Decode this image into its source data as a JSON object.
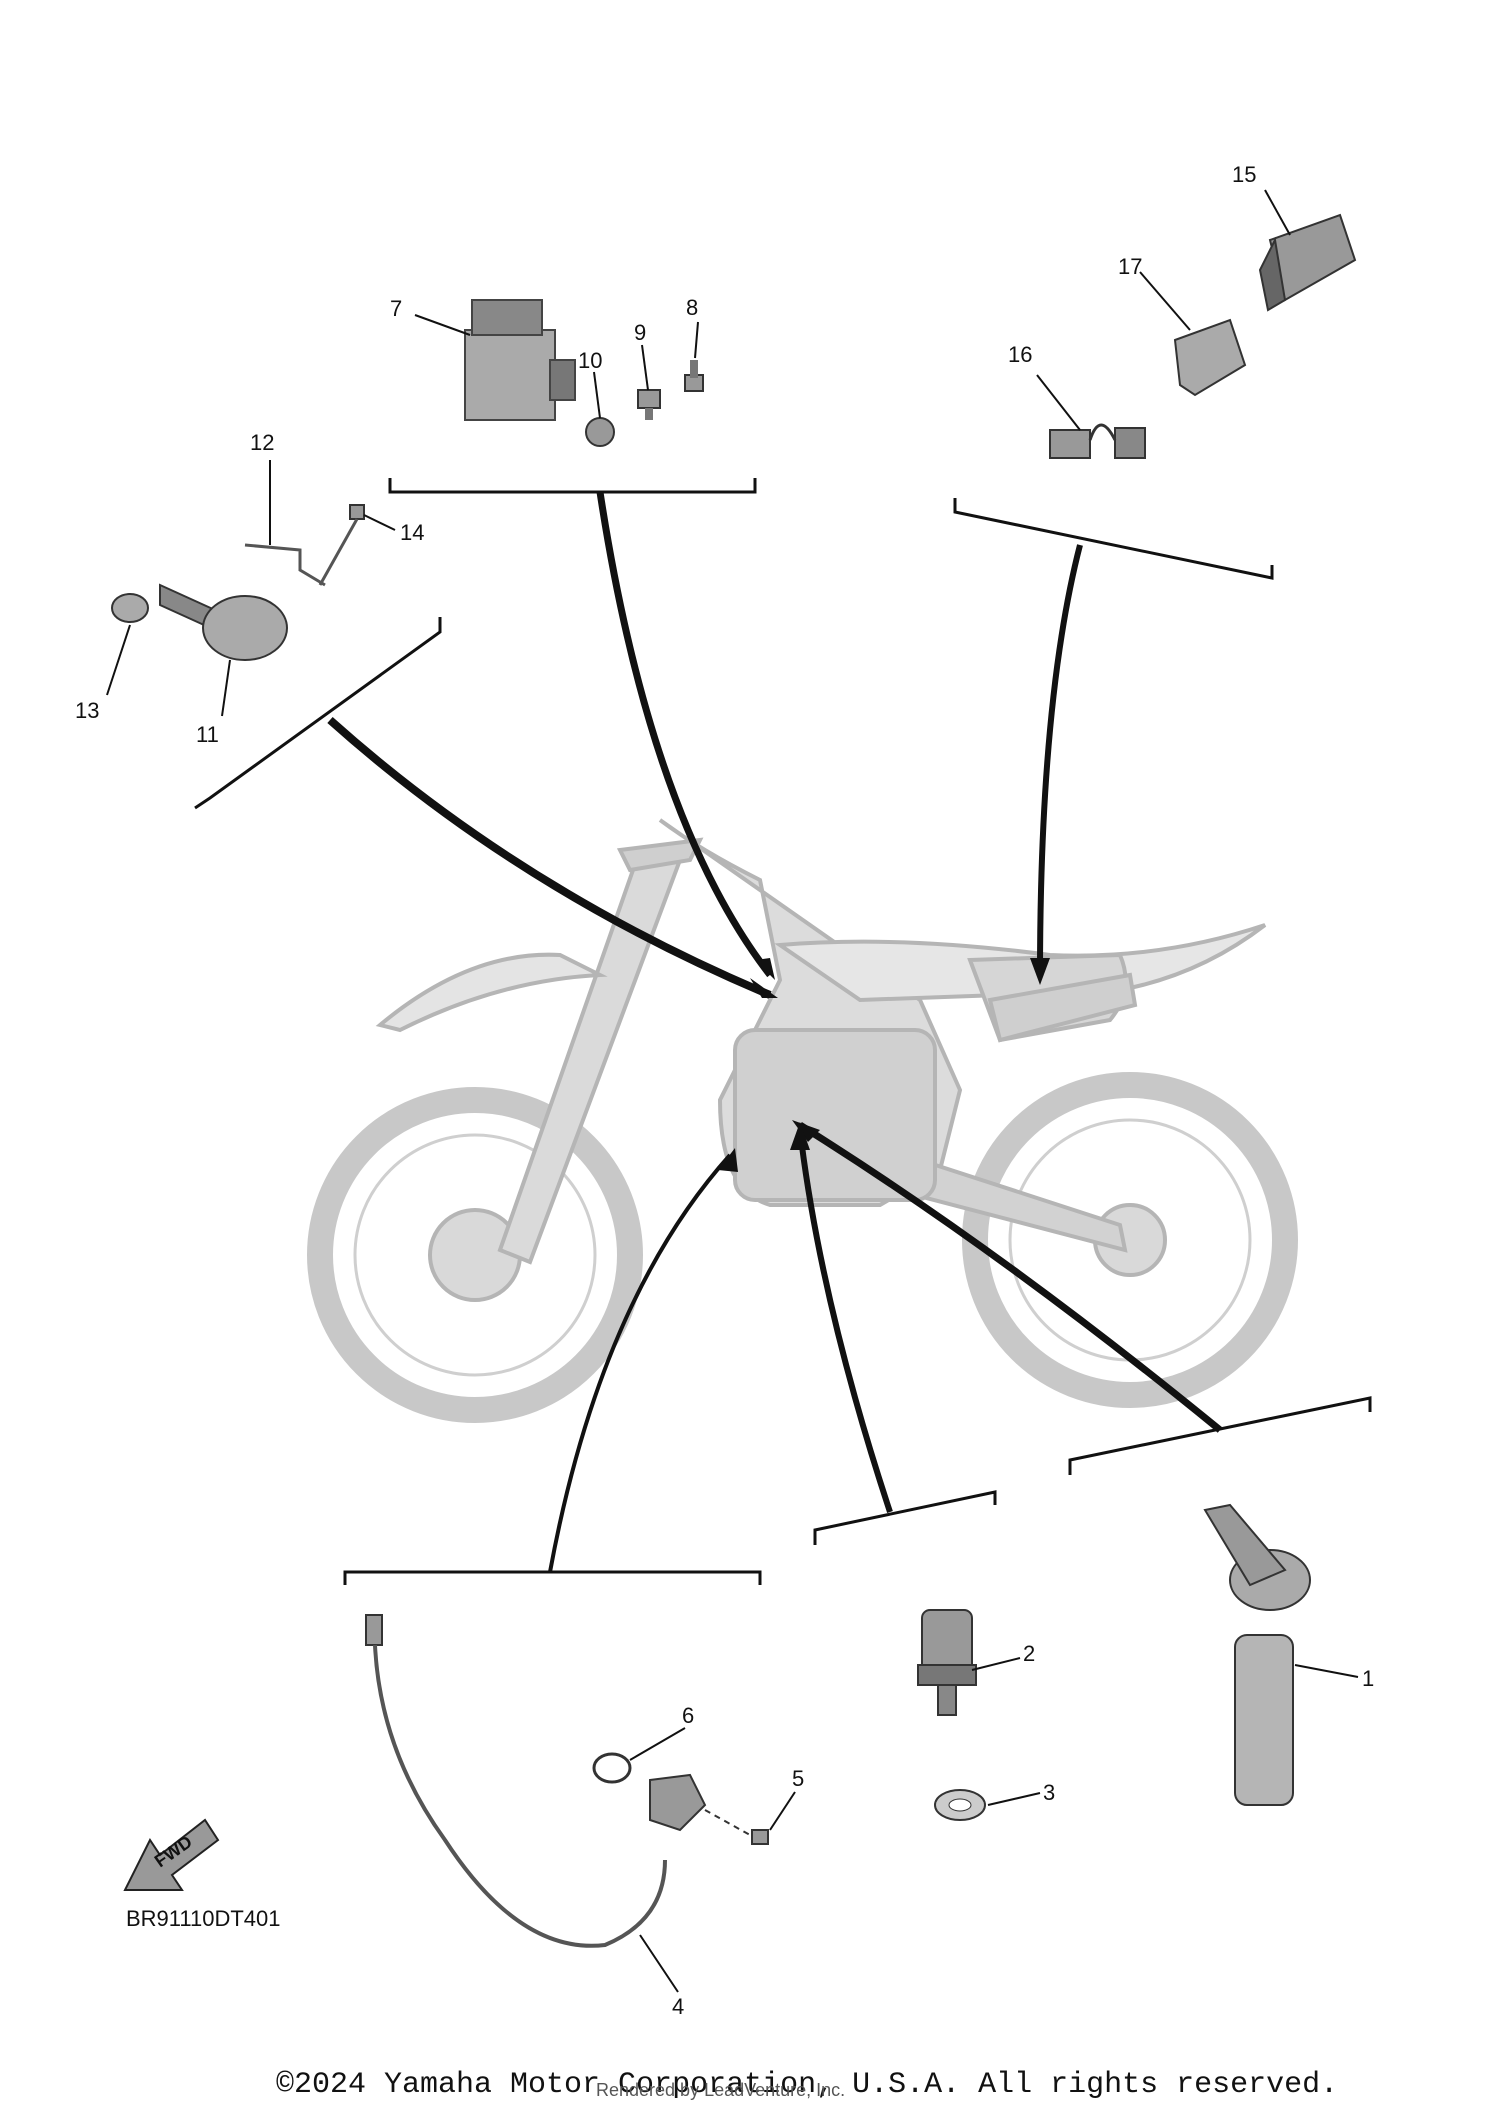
{
  "callouts": [
    {
      "id": "1",
      "label": "1"
    },
    {
      "id": "2",
      "label": "2"
    },
    {
      "id": "3",
      "label": "3"
    },
    {
      "id": "4",
      "label": "4"
    },
    {
      "id": "5",
      "label": "5"
    },
    {
      "id": "6",
      "label": "6"
    },
    {
      "id": "7",
      "label": "7"
    },
    {
      "id": "8",
      "label": "8"
    },
    {
      "id": "9",
      "label": "9"
    },
    {
      "id": "10",
      "label": "10"
    },
    {
      "id": "11",
      "label": "11"
    },
    {
      "id": "12",
      "label": "12"
    },
    {
      "id": "13",
      "label": "13"
    },
    {
      "id": "14",
      "label": "14"
    },
    {
      "id": "15",
      "label": "15"
    },
    {
      "id": "16",
      "label": "16"
    },
    {
      "id": "17",
      "label": "17"
    }
  ],
  "fwd_label": "FWD",
  "diagram_code": "BR91110DT401",
  "copyright": "©2024 Yamaha Motor Corporation, U.S.A. All rights reserved.",
  "rendered_by": "Rendered by LeadVenture, Inc.",
  "colors": {
    "line": "#111111",
    "bike": "#d4d4d4",
    "bike_stroke": "#b0b0b0",
    "part": "#9a9a9a",
    "part_dark": "#555555"
  }
}
